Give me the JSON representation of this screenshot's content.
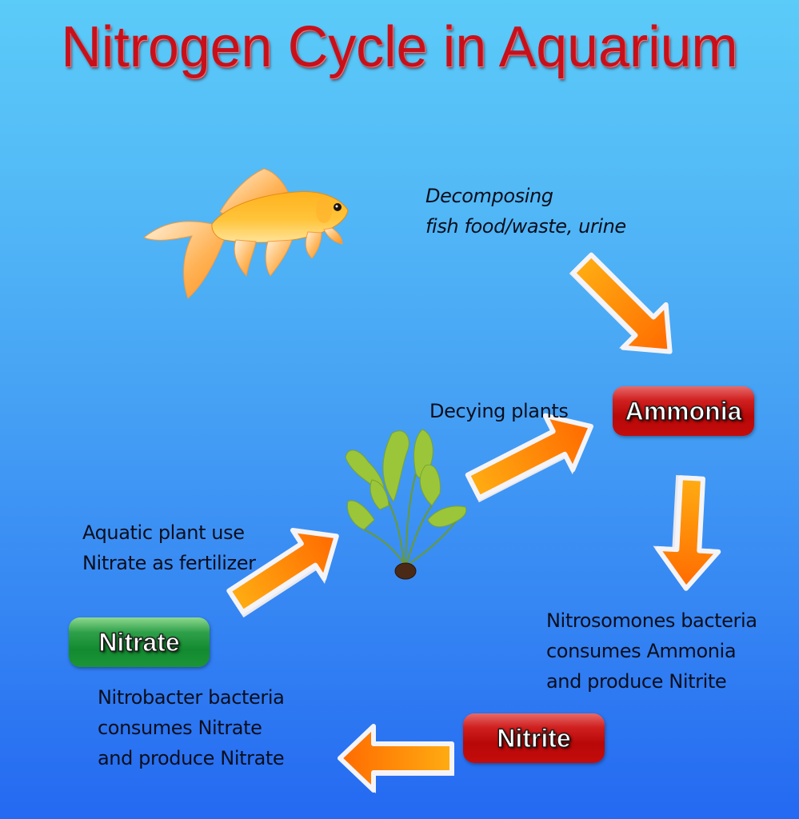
{
  "title": "Nitrogen Cycle in Aquarium",
  "nodes": {
    "ammonia": "Ammonia",
    "nitrite": "Nitrite",
    "nitrate": "Nitrate"
  },
  "captions": {
    "decomposing": [
      "Decomposing",
      "fish food/waste, urine"
    ],
    "decaying_plants": "Decying plants",
    "nitrosomonas": [
      "Nitrosomones bacteria",
      "consumes Ammonia",
      "and produce Nitrite"
    ],
    "nitrobacter": [
      "Nitrobacter bacteria",
      "consumes Nitrate",
      "and produce Nitrate"
    ],
    "aquatic_plant": [
      "Aquatic plant use",
      "Nitrate as fertilizer"
    ]
  },
  "images": {
    "fish": "goldfish-illustration",
    "plant": "aquatic-plant-illustration"
  },
  "colors": {
    "title": "#c8101a",
    "ammonia_badge": "#c40c0c",
    "nitrite_badge": "#c40c0c",
    "nitrate_badge": "#1b9436",
    "arrow": "#ff8a00",
    "background_top": "#5bcbf8",
    "background_bottom": "#2469f2"
  }
}
